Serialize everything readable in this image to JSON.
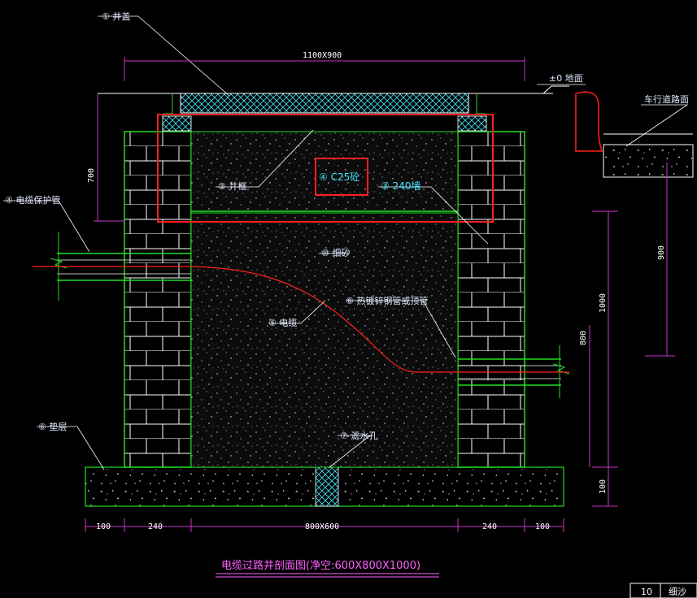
{
  "labels": {
    "cover": "① 井盖",
    "frame": "② 井框",
    "wall": "③ 240墙",
    "concrete": "④ C25砼",
    "conduit": "④ 电缆保护管",
    "cable": "⑤ 电缆",
    "pad": "⑥ 垫层",
    "drain": "⑦ 滤水孔",
    "steel_pipe": "⑧ 热镀锌钢管或顶管",
    "sand": "⑩ 细砂",
    "ground": "±0 地面",
    "road": "车行道路面"
  },
  "dims": {
    "top": "1100X900",
    "left_v": "700",
    "right_a": "900",
    "right_b": "1000",
    "right_c": "800",
    "right_d": "100",
    "b1": "100",
    "b2": "240",
    "b3": "800X600",
    "b4": "240",
    "b5": "100"
  },
  "title": "电缆过路井剖面图(净空:600X800X1000)",
  "table": {
    "c1": "10",
    "c2": "细沙"
  },
  "colors": {
    "brick": "#22dd22",
    "highlight": "#ff2020",
    "cable": "#ff2020",
    "dim": "#cc33cc",
    "text": "#dfe8ff",
    "cyan": "#40e8ff"
  }
}
